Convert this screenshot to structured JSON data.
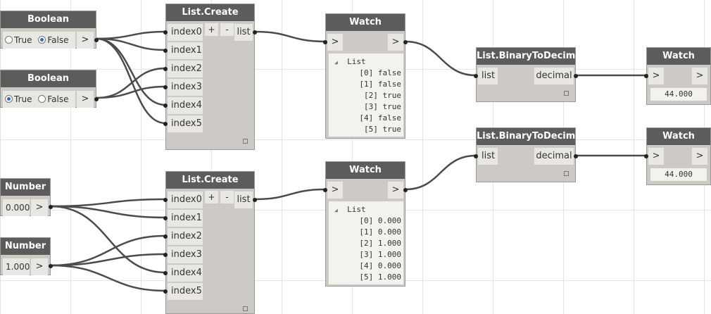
{
  "bool1": {
    "title": "Boolean",
    "true_label": "True",
    "false_label": "False",
    "selected": "False",
    "out": ">"
  },
  "bool2": {
    "title": "Boolean",
    "true_label": "True",
    "false_label": "False",
    "selected": "True",
    "out": ">"
  },
  "num1": {
    "title": "Number",
    "value": "0.000",
    "out": ">"
  },
  "num2": {
    "title": "Number",
    "value": "1.000",
    "out": ">"
  },
  "lc1": {
    "title": "List.Create",
    "inputs": [
      "index0",
      "index1",
      "index2",
      "index3",
      "index4",
      "index5"
    ],
    "add": "+",
    "remove": "-",
    "out": "list"
  },
  "lc2": {
    "title": "List.Create",
    "inputs": [
      "index0",
      "index1",
      "index2",
      "index3",
      "index4",
      "index5"
    ],
    "add": "+",
    "remove": "-",
    "out": "list"
  },
  "w1": {
    "title": "Watch",
    "in": ">",
    "out": ">",
    "list_label": "List",
    "items": [
      "[0] false",
      "[1] false",
      "[2] true",
      "[3] true",
      "[4] false",
      "[5] true"
    ]
  },
  "w2": {
    "title": "Watch",
    "in": ">",
    "out": ">",
    "list_label": "List",
    "items": [
      "[0] 0.000",
      "[1] 0.000",
      "[2] 1.000",
      "[3] 1.000",
      "[4] 0.000",
      "[5] 1.000"
    ]
  },
  "btd1": {
    "title": "List.BinaryToDecimal",
    "in": "list",
    "out": "decimal"
  },
  "btd2": {
    "title": "List.BinaryToDecimal",
    "in": "list",
    "out": "decimal"
  },
  "w3": {
    "title": "Watch",
    "in": ">",
    "out": ">",
    "value": "44.000"
  },
  "w4": {
    "title": "Watch",
    "in": ">",
    "out": ">",
    "value": "44.000"
  },
  "icons": {
    "collapse": "triangle-down-icon",
    "resize": "resize-square-icon"
  }
}
